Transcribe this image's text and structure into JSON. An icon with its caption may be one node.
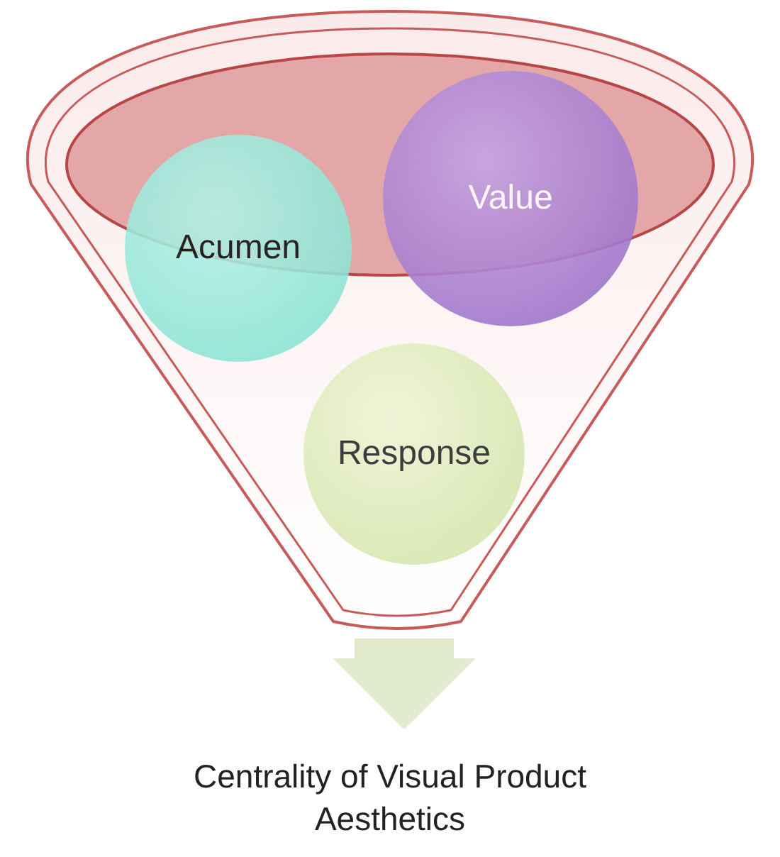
{
  "diagram": {
    "nodes": [
      {
        "text": [],
        "shape": "funnel"
      },
      {
        "text": [
          "Acumen"
        ],
        "in": 0
      },
      {
        "text": [
          "Value"
        ],
        "in": 0
      },
      {
        "text": [
          "Response"
        ],
        "in": 0
      },
      {
        "text": [
          "Centrality of Visual Product Aesthetics"
        ]
      }
    ],
    "edges": [
      {
        "from": 0,
        "to": 4,
        "arrow": "to",
        "color": "#e3ebcf"
      }
    ]
  }
}
